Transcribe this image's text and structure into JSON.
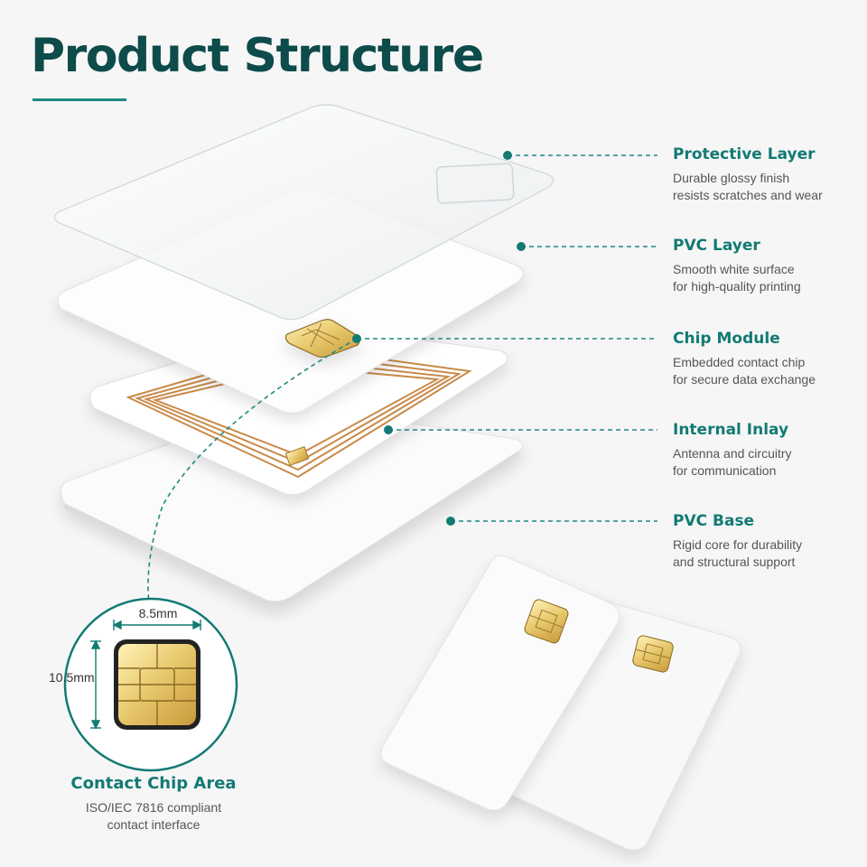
{
  "title": "Product Structure",
  "accent_color": "#1f8a82",
  "title_color": "#0e4b4b",
  "layers": [
    {
      "title": "Protective Layer",
      "desc": [
        "Durable glossy finish",
        "resists scratches and wear"
      ]
    },
    {
      "title": "PVC Layer",
      "desc": [
        "Smooth white surface",
        "for high-quality printing"
      ]
    },
    {
      "title": "Chip Module",
      "desc": [
        "Embedded contact chip",
        "for secure data exchange"
      ]
    },
    {
      "title": "Internal Inlay",
      "desc": [
        "Antenna and circuitry",
        "for communication"
      ]
    },
    {
      "title": "PVC Base",
      "desc": [
        "Rigid core for durability",
        "and structural support"
      ]
    }
  ],
  "chip_detail": {
    "width_label": "8.5mm",
    "height_label": "10.5mm",
    "title": "Contact Chip Area",
    "desc": [
      "ISO/IEC 7816 compliant",
      "contact interface"
    ]
  }
}
